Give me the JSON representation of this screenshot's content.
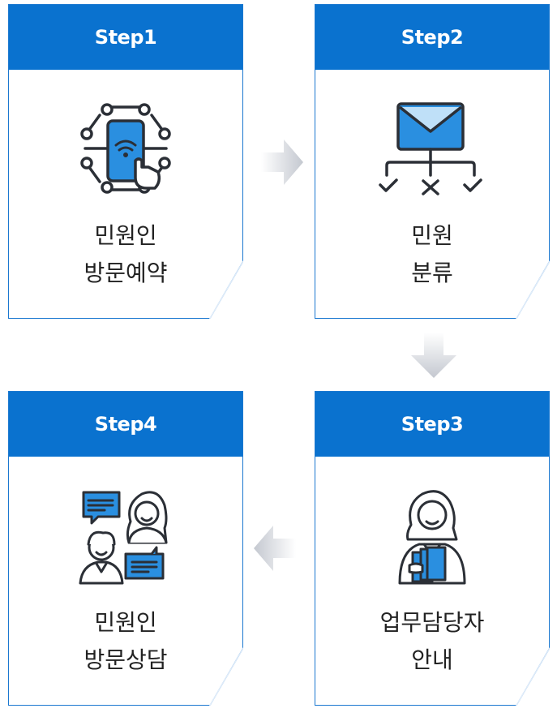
{
  "steps": [
    {
      "title": "Step1",
      "line1": "민원인",
      "line2": "방문예약",
      "icon": "smartphone-network-icon"
    },
    {
      "title": "Step2",
      "line1": "민원",
      "line2": "분류",
      "icon": "mail-sort-icon"
    },
    {
      "title": "Step3",
      "line1": "업무담당자",
      "line2": "안내",
      "icon": "staff-woman-icon"
    },
    {
      "title": "Step4",
      "line1": "민원인",
      "line2": "방문상담",
      "icon": "consultation-icon"
    }
  ],
  "colors": {
    "header": "#0a72cf",
    "accent": "#2a8fe0",
    "arrow": "#c9ccd4"
  }
}
